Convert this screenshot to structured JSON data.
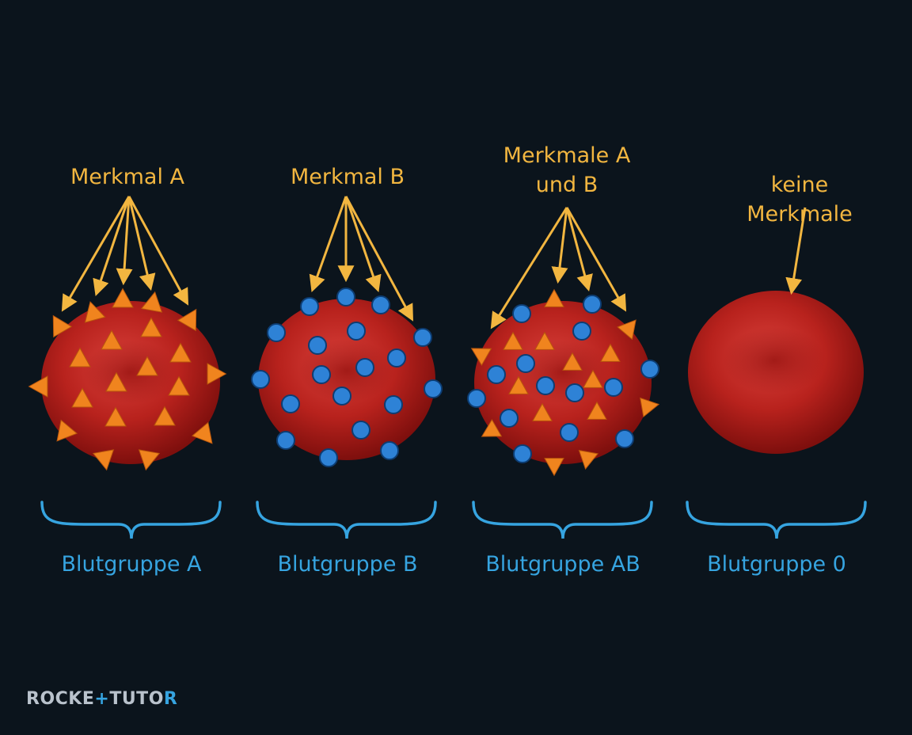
{
  "cells": [
    {
      "feature_label": "Merkmal A",
      "group_label": "Blutgruppe A",
      "antigen": "A"
    },
    {
      "feature_label": "Merkmal B",
      "group_label": "Blutgruppe B",
      "antigen": "B"
    },
    {
      "feature_label": "Merkmale A\nund B",
      "group_label": "Blutgruppe AB",
      "antigen": "AB"
    },
    {
      "feature_label": "keine Merkmale",
      "group_label": "Blutgruppe 0",
      "antigen": "none"
    }
  ],
  "branding": {
    "logo": "ROCKETTUTOR"
  },
  "colors": {
    "background": "#0b141c",
    "feature_text": "#f2b640",
    "group_text": "#36a4e0",
    "cell": "#c42a22",
    "antigen_a": "#f0841e",
    "antigen_b": "#2e82d6"
  }
}
